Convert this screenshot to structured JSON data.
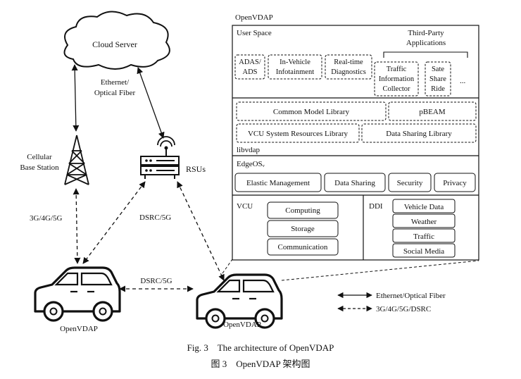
{
  "header": {
    "title": "OpenVDAP"
  },
  "cloud": {
    "label": "Cloud Server"
  },
  "cloud_link": {
    "line1": "Ethernet/",
    "line2": "Optical Fiber"
  },
  "base_station": {
    "line1": "Cellular",
    "line2": "Base Station"
  },
  "rsu": {
    "label": "RSUs"
  },
  "links": {
    "cellular": "3G/4G/5G",
    "dsrc_rsu": "DSRC/5G",
    "dsrc_v2v": "DSRC/5G"
  },
  "vehicles": [
    {
      "label": "OpenVDAP"
    },
    {
      "label": "OpenVDAP"
    }
  ],
  "user_space": {
    "title": "User Space",
    "third_party_line1": "Third-Party",
    "third_party_line2": "Applications",
    "apps": [
      {
        "line1": "ADAS/",
        "line2": "ADS"
      },
      {
        "line1": "In-Vehicle",
        "line2": "Infotainment"
      },
      {
        "line1": "Real-time",
        "line2": "Diagnostics"
      }
    ],
    "third_party_apps": [
      {
        "line1": "Traffic",
        "line2": "Information",
        "line3": "Collector"
      },
      {
        "line1": "Sate",
        "line2": "Share",
        "line3": "Ride"
      }
    ],
    "ellipsis": "..."
  },
  "libvdap": {
    "title": "libvdap",
    "items": [
      "Common Model Library",
      "pBEAM",
      "VCU System Resources Library",
      "Data Sharing Library"
    ]
  },
  "edgeos": {
    "title": "EdgeOSᵥ",
    "items": [
      "Elastic Management",
      "Data Sharing",
      "Security",
      "Privacy"
    ]
  },
  "vcu": {
    "title": "VCU",
    "items": [
      "Computing",
      "Storage",
      "Communication"
    ]
  },
  "ddi": {
    "title": "DDI",
    "items": [
      "Vehicle Data",
      "Weather",
      "Traffic",
      "Social Media"
    ]
  },
  "legend": {
    "solid": "Ethernet/Optical Fiber",
    "dashed": "3G/4G/5G/DSRC"
  },
  "caption": {
    "en": "Fig. 3    The architecture of OpenVDAP",
    "zh": "图 3    OpenVDAP 架构图"
  }
}
